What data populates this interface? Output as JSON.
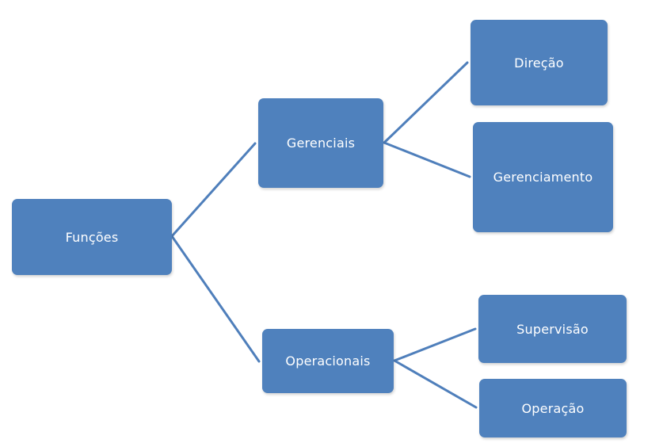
{
  "diagram": {
    "root": {
      "label": "Funções"
    },
    "level1": [
      {
        "label": "Gerenciais"
      },
      {
        "label": "Operacionais"
      }
    ],
    "level2": [
      {
        "label": "Direção"
      },
      {
        "label": "Gerenciamento"
      },
      {
        "label": "Supervisão"
      },
      {
        "label": "Operação"
      }
    ],
    "colors": {
      "node_fill": "#4f81bd",
      "connector": "#4f7fbb",
      "text": "#ffffff",
      "background": "#ffffff"
    }
  }
}
